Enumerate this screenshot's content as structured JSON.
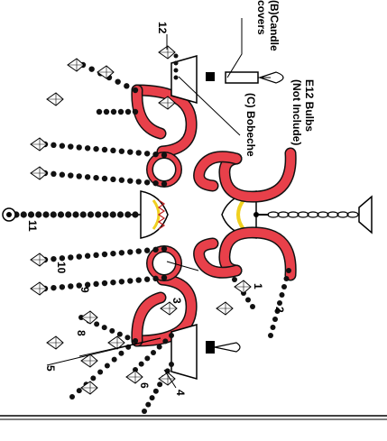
{
  "labels": {
    "bulbs": "E12 Bulbs",
    "not_include": "(Not Include)",
    "candle_covers_1": "(B)Candle",
    "candle_covers_2": "covers",
    "bobeche": "(C) Bobeche",
    "n1": "1",
    "n2": "2",
    "n3": "3",
    "n4": "4",
    "n5": "5",
    "n6": "6",
    "n8": "8",
    "n9": "9",
    "n10": "10",
    "n11": "11",
    "n12": "12"
  },
  "colors": {
    "arm_fill": "#e8404a",
    "arm_stroke": "#111111",
    "bowl_accent": "#f0d020",
    "bead": "#111111",
    "line": "#000000"
  }
}
